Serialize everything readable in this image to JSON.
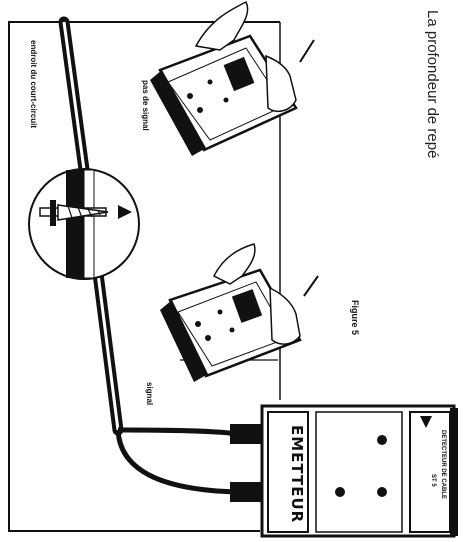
{
  "caption": "La profondeur de repé",
  "figure_label": "Figure 5",
  "labels": {
    "fault_location": "endroit du court-circuit",
    "no_signal": "pas de signal",
    "signal": "signal"
  },
  "transmitter": {
    "title": "EMETTEUR",
    "subtitle": "DETECTEUR DE CABLE",
    "model": "ST 5"
  }
}
